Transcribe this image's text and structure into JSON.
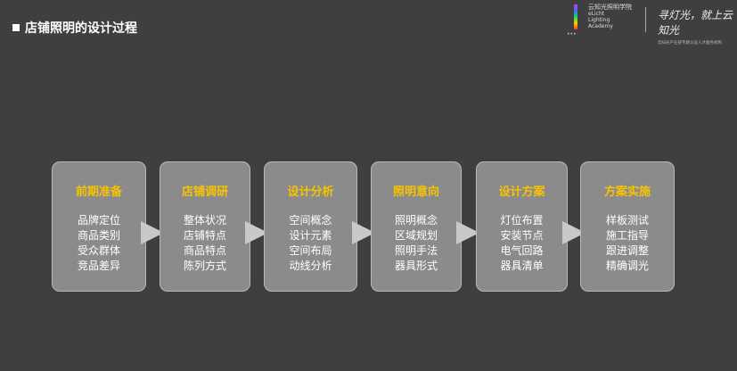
{
  "header": {
    "title": "店铺照明的设计过程"
  },
  "logo": {
    "cn": "云知光照明学院",
    "en1": "eLicht",
    "en2": "Lighting",
    "en3": "Academy",
    "slogan": "寻灯光，就上云知光",
    "tagline": "云知光产业链专题认证人才服务机构"
  },
  "steps": [
    {
      "title": "前期准备",
      "items": [
        "品牌定位",
        "商品类别",
        "受众群体",
        "竞品差异"
      ]
    },
    {
      "title": "店铺调研",
      "items": [
        "整体状况",
        "店铺特点",
        "商品特点",
        "陈列方式"
      ]
    },
    {
      "title": "设计分析",
      "items": [
        "空间概念",
        "设计元素",
        "空间布局",
        "动线分析"
      ]
    },
    {
      "title": "照明意向",
      "items": [
        "照明概念",
        "区域规划",
        "照明手法",
        "器具形式"
      ]
    },
    {
      "title": "设计方案",
      "items": [
        "灯位布置",
        "安装节点",
        "电气回路",
        "器具清单"
      ]
    },
    {
      "title": "方案实施",
      "items": [
        "样板测试",
        "施工指导",
        "跟进调整",
        "精确调光"
      ]
    }
  ],
  "colors": {
    "accent": "#f7c400",
    "background": "#3f3f3f",
    "box": "#8b8b8b"
  }
}
